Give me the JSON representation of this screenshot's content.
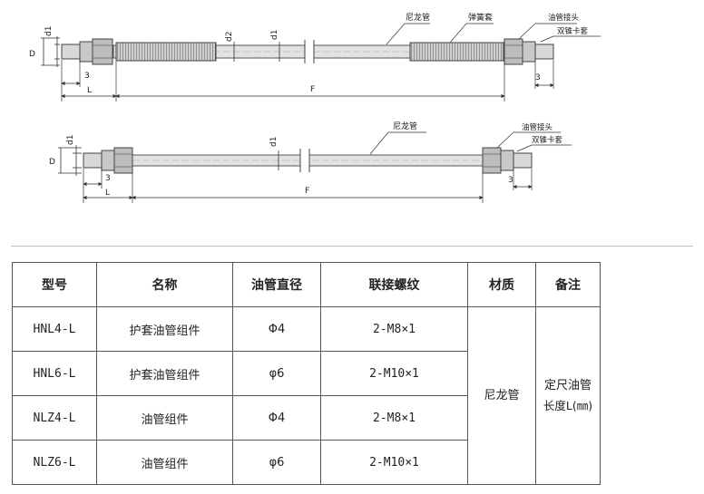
{
  "drawing_1": {
    "label_nylon_tube": "尼龙管",
    "label_spring_sleeve": "弹簧套",
    "label_fitting": "油管接头",
    "label_ferrule": "双锥卡套",
    "dim_d1_left": "d1",
    "dim_D": "D",
    "dim_d2": "d2",
    "dim_d1_mid": "d1",
    "dim_3_left": "3",
    "dim_L": "L",
    "dim_F": "F",
    "dim_3_right": "3"
  },
  "drawing_2": {
    "label_nylon_tube": "尼龙管",
    "label_fitting": "油管接头",
    "label_ferrule": "双锥卡套",
    "dim_d1_left": "d1",
    "dim_D": "D",
    "dim_d1_mid": "d1",
    "dim_3_left": "3",
    "dim_L": "L",
    "dim_F": "F",
    "dim_3_right": "3"
  },
  "table": {
    "headers": [
      "型号",
      "名称",
      "油管直径",
      "联接螺纹",
      "材质",
      "备注"
    ],
    "rows": [
      {
        "model": "HNL4-L",
        "name": "护套油管组件",
        "diameter": "Φ4",
        "thread": "2-M8×1"
      },
      {
        "model": "HNL6-L",
        "name": "护套油管组件",
        "diameter": "φ6",
        "thread": "2-M10×1"
      },
      {
        "model": "NLZ4-L",
        "name": "油管组件",
        "diameter": "Φ4",
        "thread": "2-M8×1"
      },
      {
        "model": "NLZ6-L",
        "name": "油管组件",
        "diameter": "φ6",
        "thread": "2-M10×1"
      }
    ],
    "material": "尼龙管",
    "remark_line1": "定尺油管",
    "remark_line2": "长度L(㎜)"
  }
}
